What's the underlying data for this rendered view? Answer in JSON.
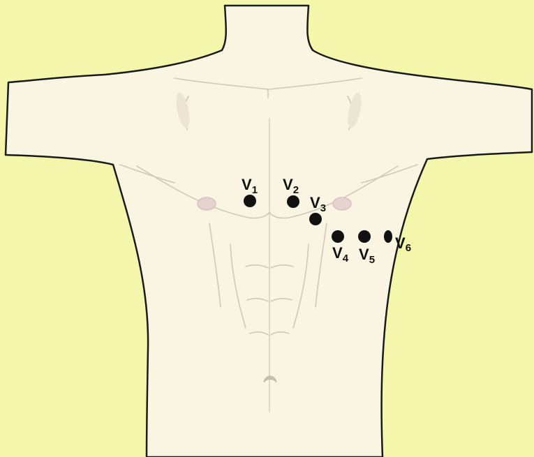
{
  "figure": {
    "colors": {
      "background": "#f3f6ab",
      "skin": "#f9f5e2",
      "outline": "#1a1a1a",
      "anatomy_line": "#cfc8bb",
      "nipple": "#d9c2c0",
      "electrode": "#111111"
    }
  },
  "leads": [
    {
      "letter": "V",
      "index": "1"
    },
    {
      "letter": "V",
      "index": "2"
    },
    {
      "letter": "V",
      "index": "3"
    },
    {
      "letter": "V",
      "index": "4"
    },
    {
      "letter": "V",
      "index": "5"
    },
    {
      "letter": "V",
      "index": "6"
    }
  ]
}
